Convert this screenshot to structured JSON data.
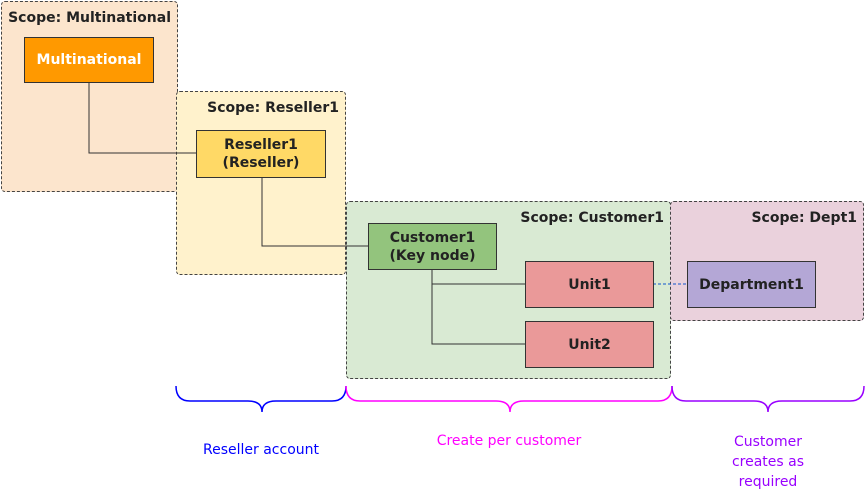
{
  "scopes": {
    "multinational": {
      "label": "Scope: Multinational",
      "fill": "#fce5cd"
    },
    "reseller1": {
      "label": "Scope: Reseller1",
      "fill": "#fff2cc"
    },
    "customer1": {
      "label": "Scope: Customer1",
      "fill": "#d9ead3"
    },
    "dept1": {
      "label": "Scope: Dept1",
      "fill": "#ead1dc"
    }
  },
  "nodes": {
    "multinational": {
      "line1": "Multinational",
      "fill": "#ff9900",
      "text_color": "#ffffff"
    },
    "reseller1": {
      "line1": "Reseller1",
      "line2": "(Reseller)",
      "fill": "#ffd966"
    },
    "customer1": {
      "line1": "Customer1",
      "line2": "(Key node)",
      "fill": "#93c47d"
    },
    "unit1": {
      "line1": "Unit1",
      "fill": "#ea9999"
    },
    "unit2": {
      "line1": "Unit2",
      "fill": "#ea9999"
    },
    "department1": {
      "line1": "Department1",
      "fill": "#b4a7d6"
    }
  },
  "braces": {
    "reseller_account": {
      "label": "Reseller account",
      "color": "#0000ff"
    },
    "create_per_customer": {
      "label": "Create per customer",
      "color": "#ff00ff"
    },
    "customer_creates": {
      "line1": "Customer",
      "line2": "creates as",
      "line3": "required",
      "color": "#9900ff"
    }
  }
}
